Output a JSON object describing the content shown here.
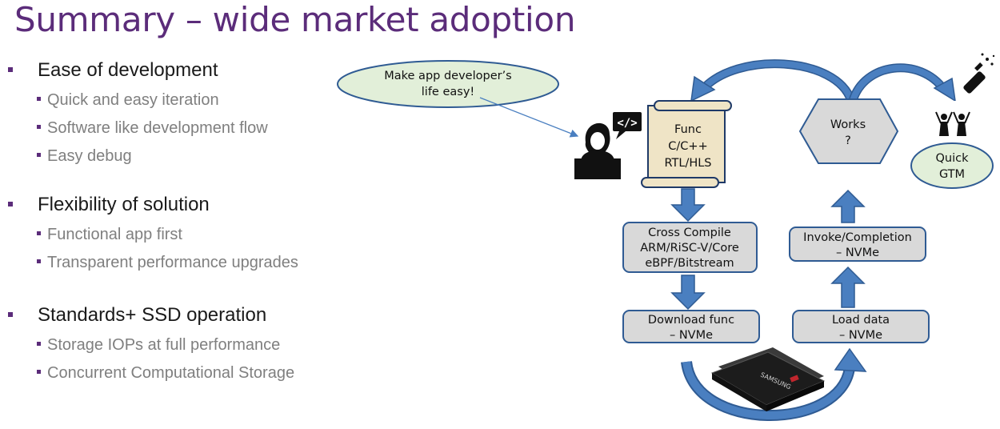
{
  "title": "Summary – wide market adoption",
  "sections": [
    {
      "heading": "Ease of development",
      "items": [
        "Quick and easy iteration",
        "Software like development flow",
        "Easy debug"
      ]
    },
    {
      "heading": "Flexibility of solution",
      "items": [
        "Functional app first",
        "Transparent performance upgrades"
      ]
    },
    {
      "heading": "Standards+ SSD operation",
      "items": [
        "Storage IOPs at full performance",
        "Concurrent Computational Storage"
      ]
    }
  ],
  "diagram": {
    "speech_bubble": [
      "Make app developer’s",
      "life easy!"
    ],
    "code_icon": "</>",
    "scroll": [
      "Func",
      "C/C++",
      "RTL/HLS"
    ],
    "cross_compile": [
      "Cross Compile",
      "ARM/RiSC-V/Core",
      "eBPF/Bitstream"
    ],
    "download_func": [
      "Download func",
      "– NVMe"
    ],
    "load_data": [
      "Load data",
      "– NVMe"
    ],
    "invoke": [
      "Invoke/Completion",
      "– NVMe"
    ],
    "works": [
      "Works",
      "?"
    ],
    "quick_gtm": [
      "Quick",
      "GTM"
    ],
    "ssd_brand": "SAMSUNG",
    "colors": {
      "title": "#5b2c7a",
      "arrow": "#4a7fc0",
      "box_fill": "#d9d9d9",
      "box_stroke": "#2f5b93",
      "bubble_fill": "#e2efd9",
      "scroll_fill": "#efe4c6"
    }
  }
}
